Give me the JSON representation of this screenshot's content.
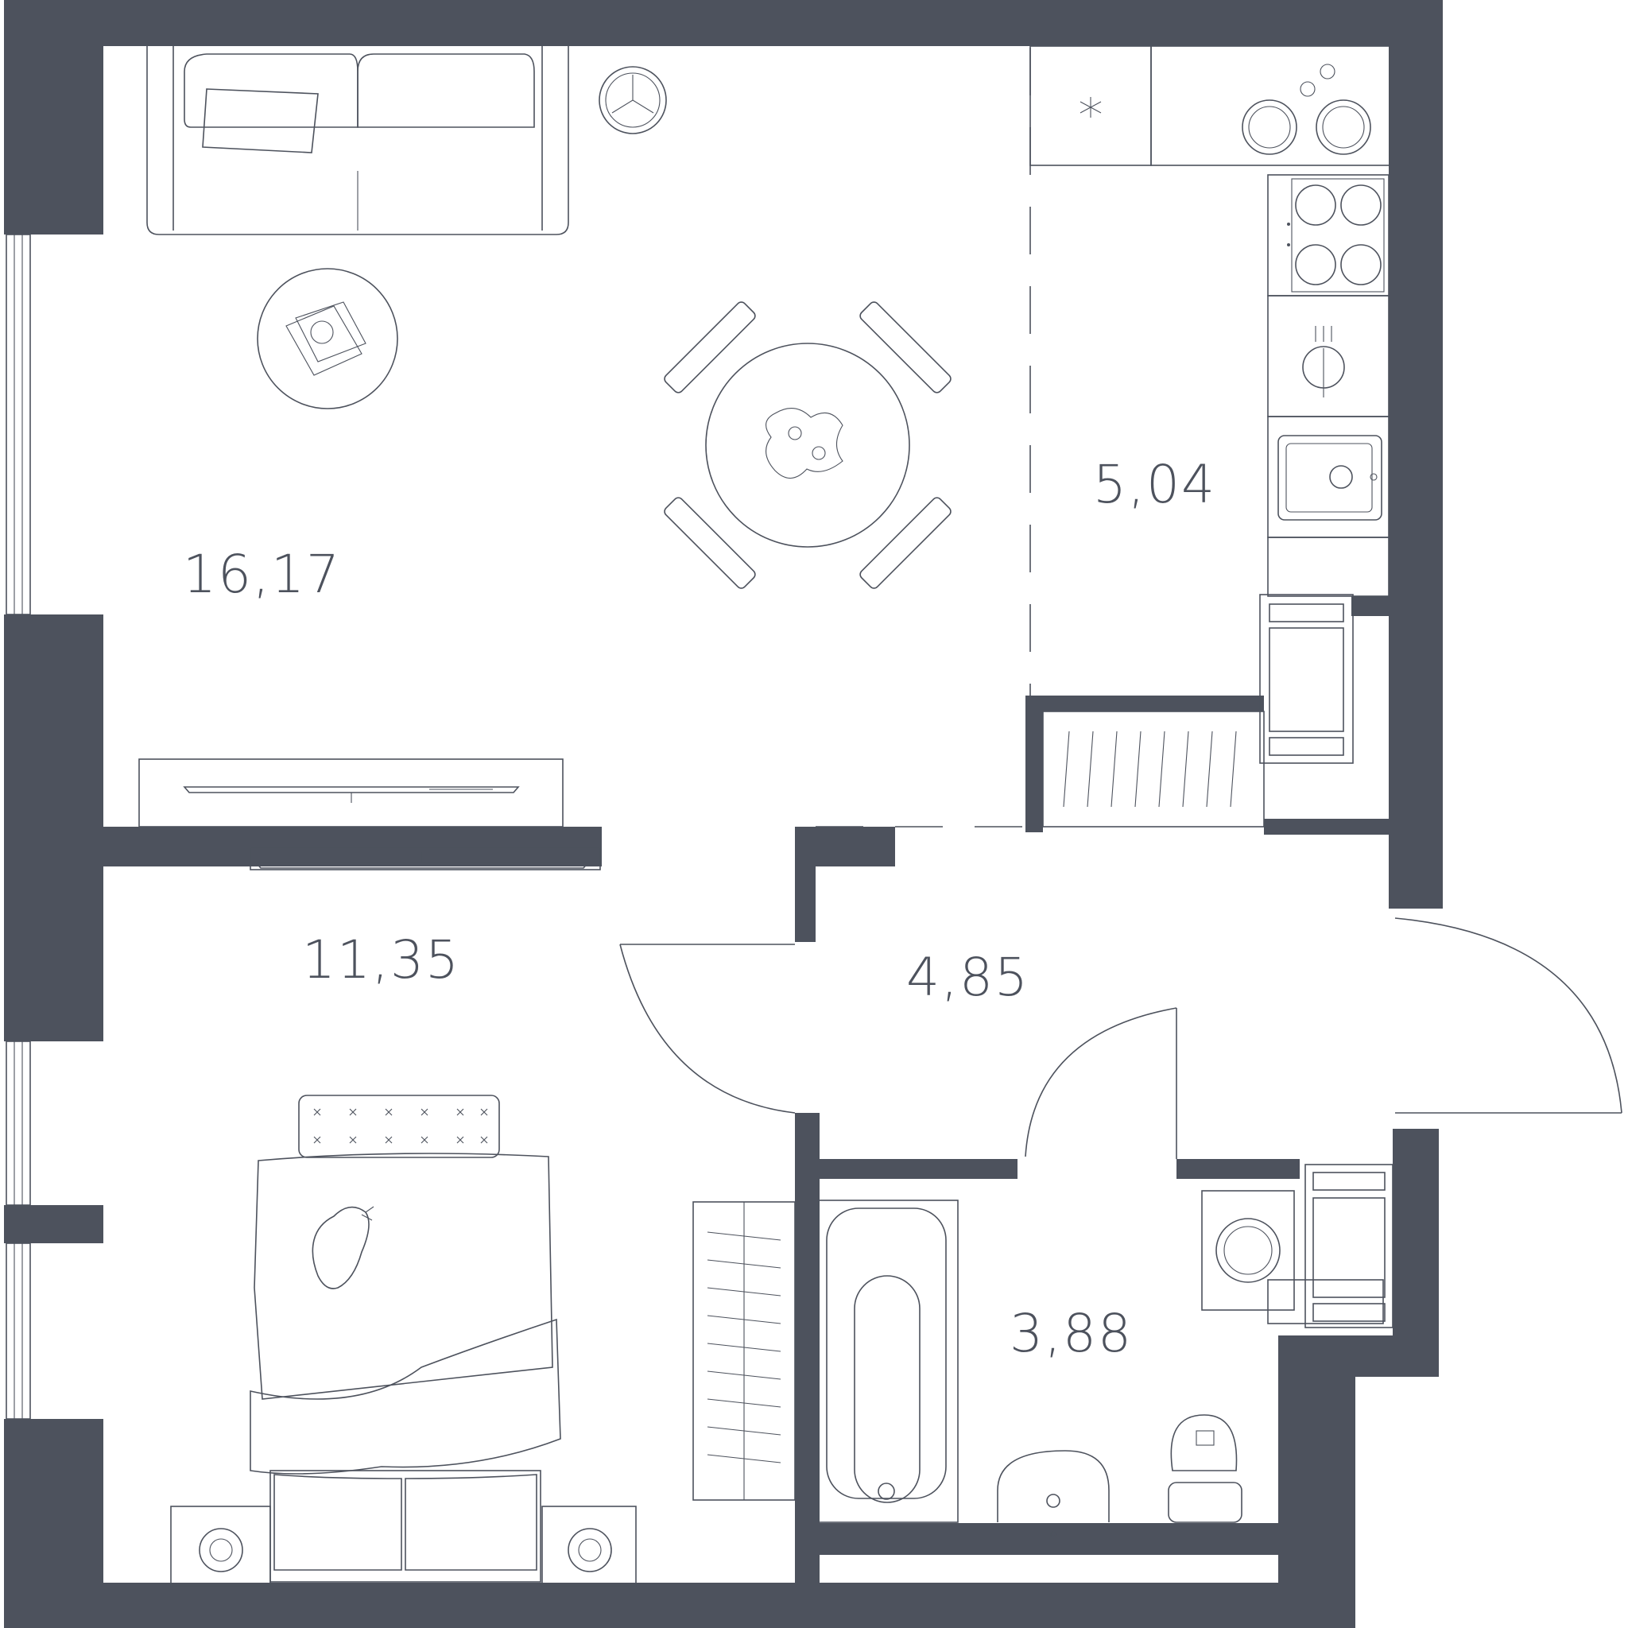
{
  "colors": {
    "wall": "#4d525d",
    "line": "#4d525d",
    "label": "#4d525d",
    "background": "#ffffff"
  },
  "rooms": [
    {
      "id": "living-room",
      "area": "16,17"
    },
    {
      "id": "kitchen",
      "area": "5,04"
    },
    {
      "id": "bedroom",
      "area": "11,35"
    },
    {
      "id": "hallway",
      "area": "4,85"
    },
    {
      "id": "bathroom",
      "area": "3,88"
    }
  ],
  "icons": [
    "sofa-icon",
    "floor-lamp-icon",
    "coffee-table-icon",
    "dining-table-icon",
    "tv-stand-icon",
    "tv-icon",
    "fridge-icon",
    "dishwasher-icon",
    "cooktop-icon",
    "oven-icon",
    "sink-icon",
    "radiator-icon",
    "wardrobe-icon",
    "bed-icon",
    "cat-icon",
    "nightstand-icon",
    "bathtub-icon",
    "washbasin-icon",
    "toilet-icon",
    "washing-machine-icon",
    "door-swing-icon",
    "window-icon"
  ]
}
